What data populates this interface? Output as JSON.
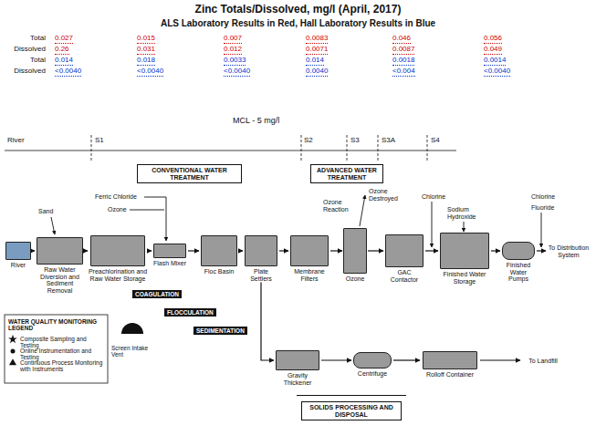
{
  "diagram": {
    "title": "Zinc Totals/Dissolved, mg/l (April, 2017)",
    "nodes": [
      {
        "text": [
          "CONVENTIONAL WATER TREATMENT"
        ]
      },
      {
        "text": [
          "ADVANCED WATER TREATMENT"
        ]
      },
      {
        "text": [
          "River"
        ]
      },
      {
        "text": [
          "Raw Water Diversion and Sediment Removal"
        ]
      },
      {
        "text": [
          "Preachlorination and Raw Water Storage"
        ]
      },
      {
        "text": [
          "Flash Mixer"
        ]
      },
      {
        "text": [
          "Floc Basin"
        ]
      },
      {
        "text": [
          "Plate Settlers"
        ]
      },
      {
        "text": [
          "Membrane Filters"
        ]
      },
      {
        "text": [
          "Ozone"
        ]
      },
      {
        "text": [
          "GAC Contactor"
        ]
      },
      {
        "text": [
          "Finished Water Storage"
        ]
      },
      {
        "text": [
          "Finished Water Pumps"
        ]
      },
      {
        "text": [
          "To Distribution System"
        ]
      },
      {
        "text": [
          "Gravity Thickener"
        ]
      },
      {
        "text": [
          "Centrifuge"
        ]
      },
      {
        "text": [
          "Rolloff Container"
        ]
      },
      {
        "text": [
          "To Landfill"
        ]
      },
      {
        "text": [
          "SOLIDS PROCESSING AND DISPOSAL"
        ]
      },
      {
        "text": [
          "COAGULATION"
        ]
      },
      {
        "text": [
          "FLOCCULATION"
        ]
      },
      {
        "text": [
          "SEDIMENTATION"
        ]
      }
    ],
    "edges": [
      {
        "from": 2,
        "to": 3,
        "arrow": "to"
      },
      {
        "from": 3,
        "to": 4,
        "arrow": "to"
      },
      {
        "from": 4,
        "to": 5,
        "arrow": "to"
      },
      {
        "from": 5,
        "to": 6,
        "arrow": "to"
      },
      {
        "from": 6,
        "to": 7,
        "arrow": "to"
      },
      {
        "from": 7,
        "to": 8,
        "arrow": "to"
      },
      {
        "from": 8,
        "to": 9,
        "arrow": "to"
      },
      {
        "from": 9,
        "to": 10,
        "arrow": "to"
      },
      {
        "from": 10,
        "to": 11,
        "arrow": "to"
      },
      {
        "from": 11,
        "to": 12,
        "arrow": "to"
      },
      {
        "from": 12,
        "to": 13,
        "arrow": "to"
      },
      {
        "from": 7,
        "to": 14,
        "arrow": "to"
      },
      {
        "from": 14,
        "to": 15,
        "arrow": "to"
      },
      {
        "from": 15,
        "to": 16,
        "arrow": "to"
      },
      {
        "from": 16,
        "to": 17,
        "arrow": "to"
      }
    ],
    "labels": [
      "ALS Laboratory Results in Red, Hall Laboratory Results in Blue",
      "Total",
      "Dissolved",
      "Total",
      "Dissolved",
      "0.027",
      "0.015",
      "0.007",
      "0.0083",
      "0.046",
      "0.056",
      "0.26",
      "0.031",
      "0.012",
      "0.0071",
      "0.0087",
      "0.049",
      "0.014",
      "0.018",
      "0.0033",
      "0.014",
      "0.0018",
      "0.0014",
      "<0.0040",
      "<0.0040",
      "<0.0040",
      "0.0040",
      "<0.004",
      "<0.0040",
      "MCL - 5 mg/l",
      "River",
      "S1",
      "S2",
      "S3",
      "S3A",
      "S4",
      "Sand",
      "Ferric Chloride",
      "Ozone",
      "Ozone Destroyed",
      "Ozone Reaction",
      "Chlorine",
      "Sodium Hydroxide",
      "Chlorine",
      "Fluoride",
      "WATER QUALITY MONITORING LEGEND",
      "Screen Intake Vent"
    ],
    "legend": [
      {
        "text": "Composite Sampling and Testing"
      },
      {
        "text": "Online Instrumentation and Testing"
      },
      {
        "text": "Continuous Process Monitoring with Instruments"
      }
    ]
  }
}
